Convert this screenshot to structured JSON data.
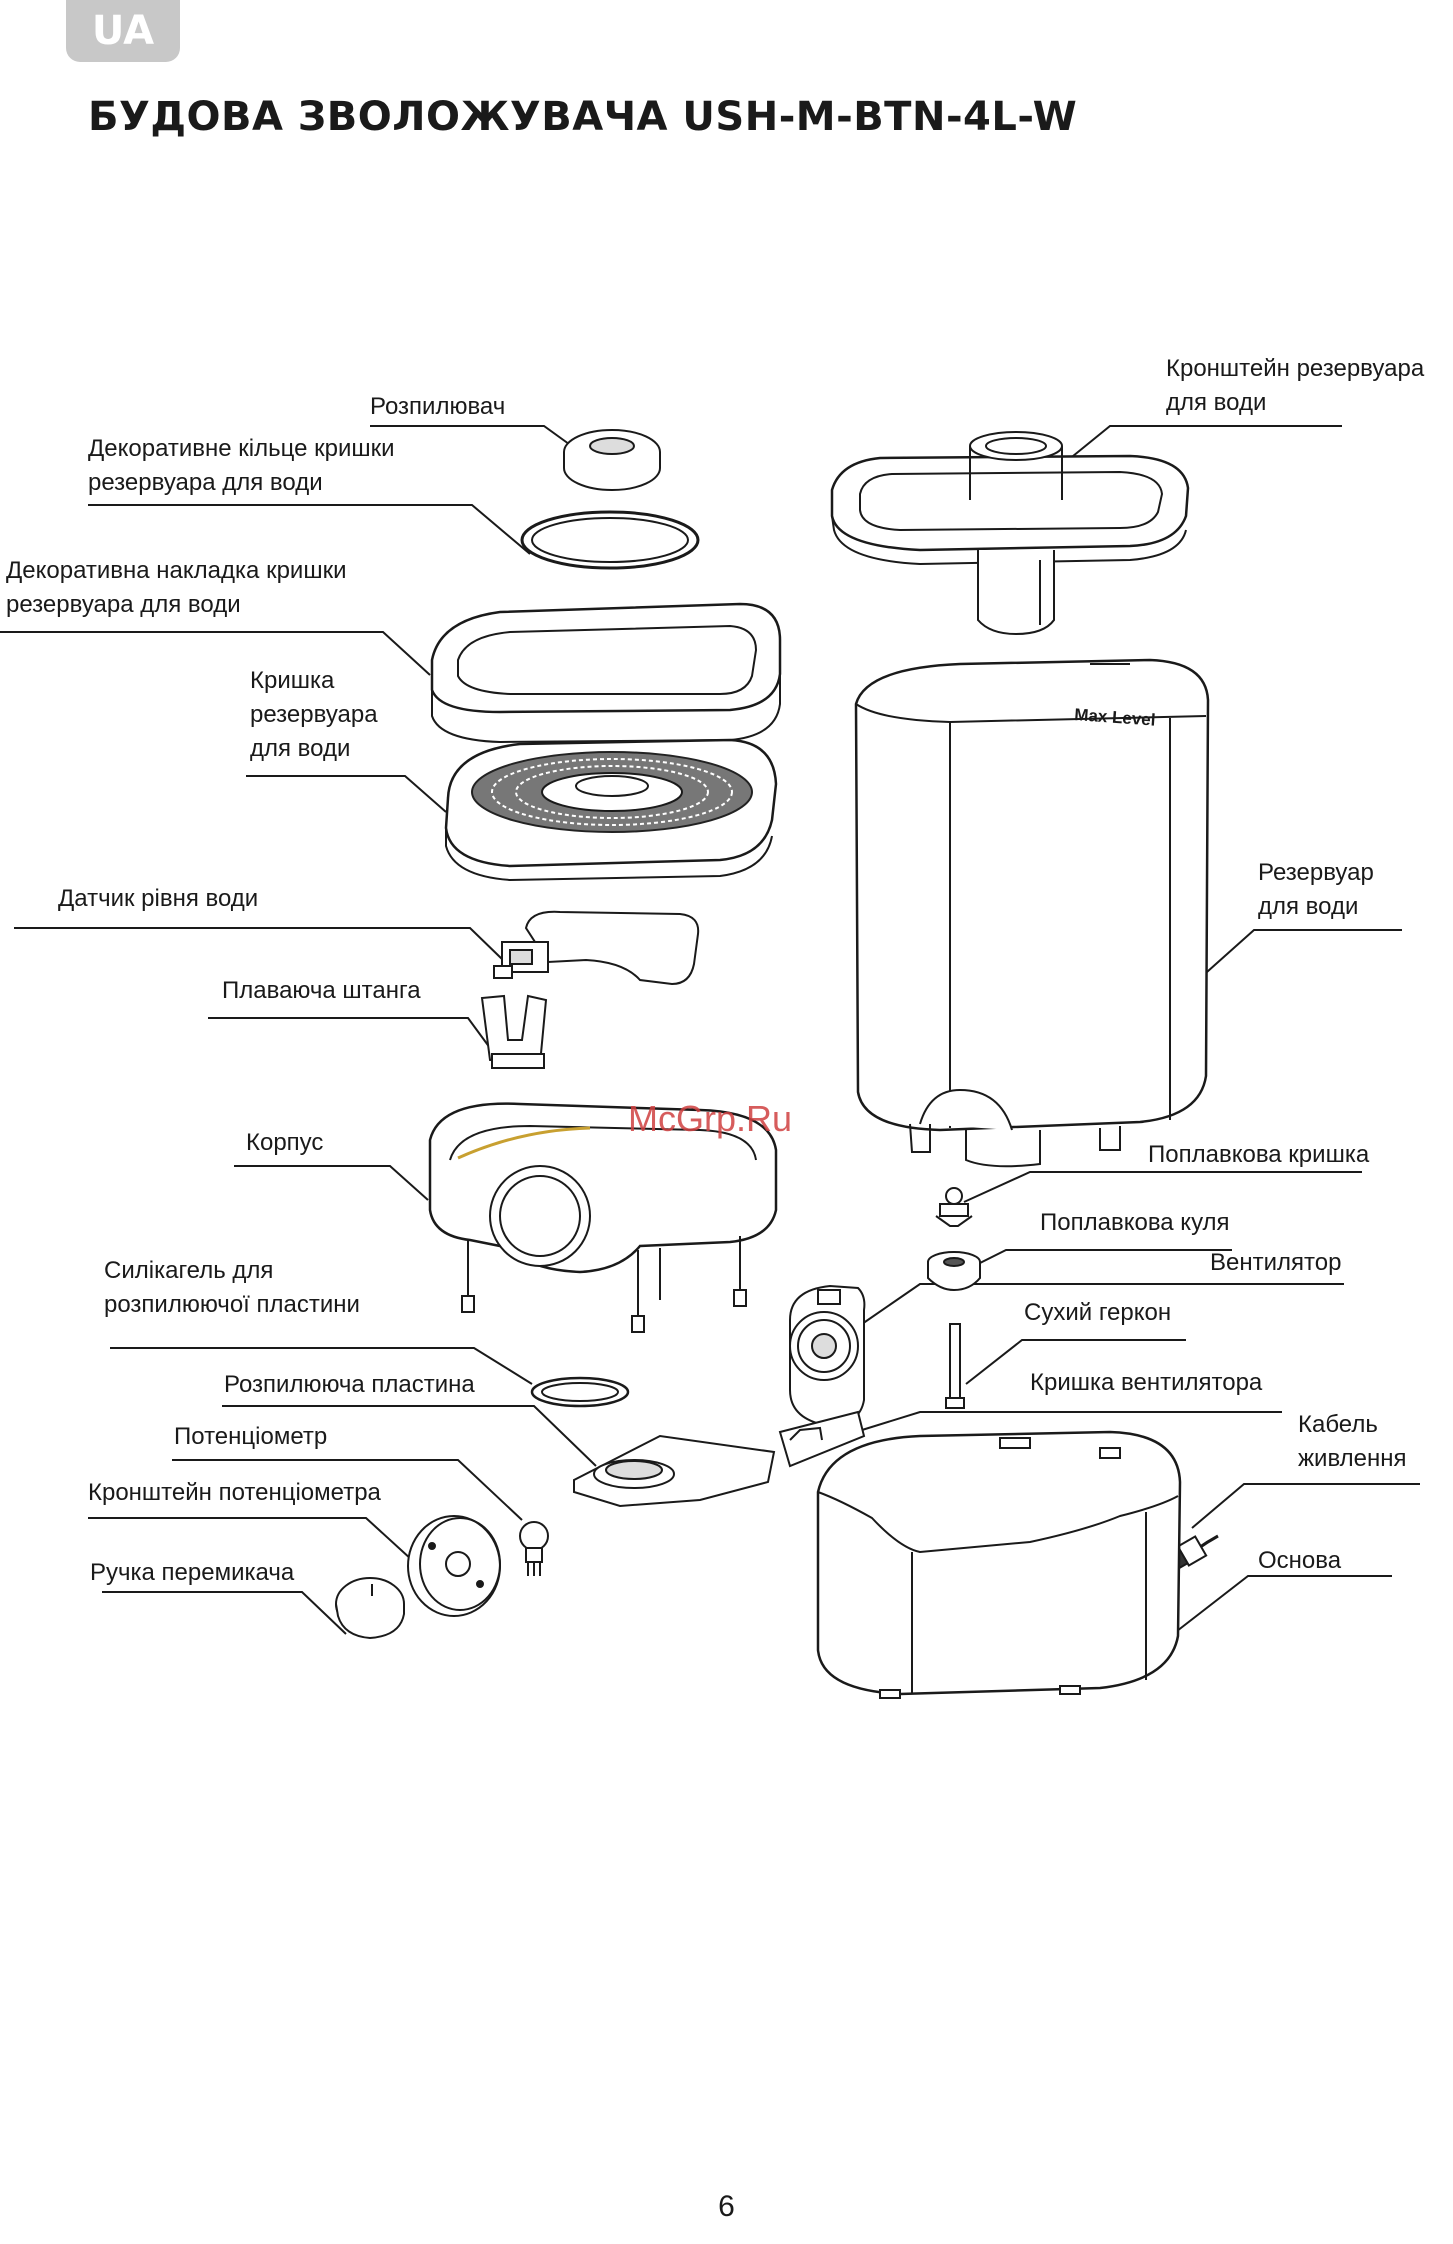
{
  "badge": "UA",
  "title": "БУДОВА ЗВОЛОЖУВАЧА USH-M-BTN-4L-W",
  "watermark": "McGrp.Ru",
  "tank_marking": "Max Level",
  "page_number": "6",
  "labels": {
    "sprayer": "Розпилювач",
    "decorative_ring": "Декоративне кільце кришки\nрезервуара для води",
    "decorative_cover": "Декоративна накладка кришки\nрезервуара для води",
    "tank_lid": "Кришка\nрезервуара\nдля води",
    "water_level_sensor": "Датчик рівня води",
    "floating_rod": "Плаваюча штанга",
    "housing": "Корпус",
    "silica_gel": "Силікагель для\nрозпилюючої пластини",
    "spray_plate": "Розпилююча пластина",
    "potentiometer": "Потенціометр",
    "potentiometer_bracket": "Кронштейн потенціометра",
    "switch_knob": "Ручка перемикача",
    "tank_bracket": "Кронштейн резервуара\nдля води",
    "water_tank": "Резервуар\nдля води",
    "float_cap": "Поплавкова кришка",
    "float_ball": "Поплавкова куля",
    "fan": "Вентилятор",
    "dry_reed": "Сухий геркон",
    "fan_cover": "Кришка вентилятора",
    "power_cable": "Кабель\nживлення",
    "base": "Основа"
  }
}
